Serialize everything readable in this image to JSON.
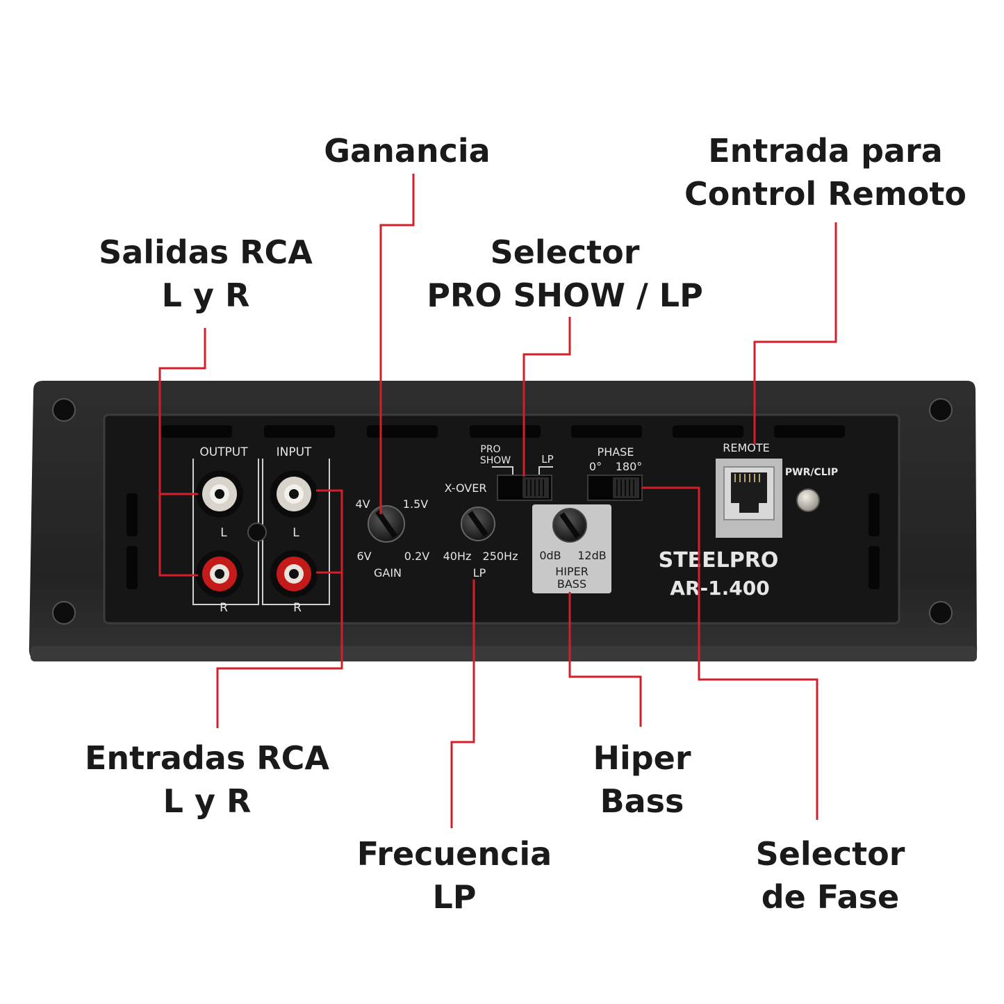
{
  "callouts": {
    "ganancia": {
      "line1": "Ganancia"
    },
    "control_remoto": {
      "line1": "Entrada para",
      "line2": "Control Remoto"
    },
    "salidas_rca": {
      "line1": "Salidas RCA",
      "line2": "L y R"
    },
    "selector_pro_show": {
      "line1": "Selector",
      "line2": "PRO SHOW / LP"
    },
    "entradas_rca": {
      "line1": "Entradas RCA",
      "line2": "L y R"
    },
    "frecuencia_lp": {
      "line1": "Frecuencia",
      "line2": "LP"
    },
    "hiper_bass": {
      "line1": "Hiper",
      "line2": "Bass"
    },
    "selector_fase": {
      "line1": "Selector",
      "line2": "de Fase"
    }
  },
  "panel": {
    "output": "OUTPUT",
    "input": "INPUT",
    "left": "L",
    "right": "R",
    "gain": {
      "label": "GAIN",
      "marks": [
        "4V",
        "1.5V",
        "6V",
        "0.2V"
      ]
    },
    "lp": {
      "label": "LP",
      "marks": [
        "40Hz",
        "250Hz"
      ]
    },
    "xover": {
      "label": "X-OVER",
      "pro": "PRO",
      "show": "SHOW",
      "lp": "LP"
    },
    "phase": {
      "label": "PHASE",
      "zero": "0°",
      "one_eighty": "180°"
    },
    "hiper_bass": {
      "zero": "0dB",
      "twelve": "12dB",
      "line1": "HIPER",
      "line2": "BASS"
    },
    "remote": "REMOTE",
    "pwr_clip": "PWR/CLIP",
    "brand": "STEELPRO",
    "model": "AR-1.400"
  },
  "colors": {
    "leader": "#d21f2a",
    "chassis": "#232323",
    "panel": "#151515",
    "text": "#1a1a1a",
    "rca_red": "#c41a1a"
  }
}
